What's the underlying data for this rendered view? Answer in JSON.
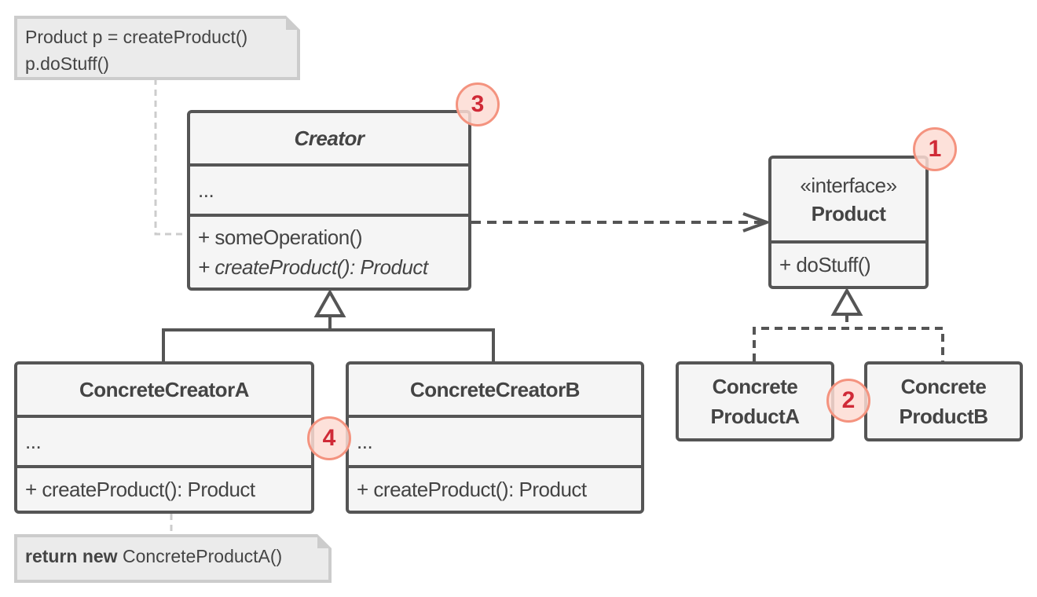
{
  "notes": {
    "client": {
      "line1": "Product p = createProduct()",
      "line2": "p.doStuff()"
    },
    "factory": {
      "keyword": "return new",
      "rest": " ConcreteProductA()"
    }
  },
  "creator": {
    "name": "Creator",
    "fields": "...",
    "method1": "+ someOperation()",
    "method2": "+ createProduct(): Product"
  },
  "product": {
    "stereotype": "«interface»",
    "name": "Product",
    "method": "+ doStuff()"
  },
  "concrete_creator_a": {
    "name": "ConcreteCreatorA",
    "fields": "...",
    "method": "+ createProduct(): Product"
  },
  "concrete_creator_b": {
    "name": "ConcreteCreatorB",
    "fields": "...",
    "method": "+ createProduct(): Product"
  },
  "concrete_product_a": {
    "line1": "Concrete",
    "line2": "ProductA"
  },
  "concrete_product_b": {
    "line1": "Concrete",
    "line2": "ProductB"
  },
  "badges": [
    "1",
    "2",
    "3",
    "4"
  ],
  "colors": {
    "border": "#555555",
    "box": "#f5f5f5",
    "note": "#ebebeb",
    "badge_text": "#d02a37",
    "badge_ring": "#f4937f"
  }
}
